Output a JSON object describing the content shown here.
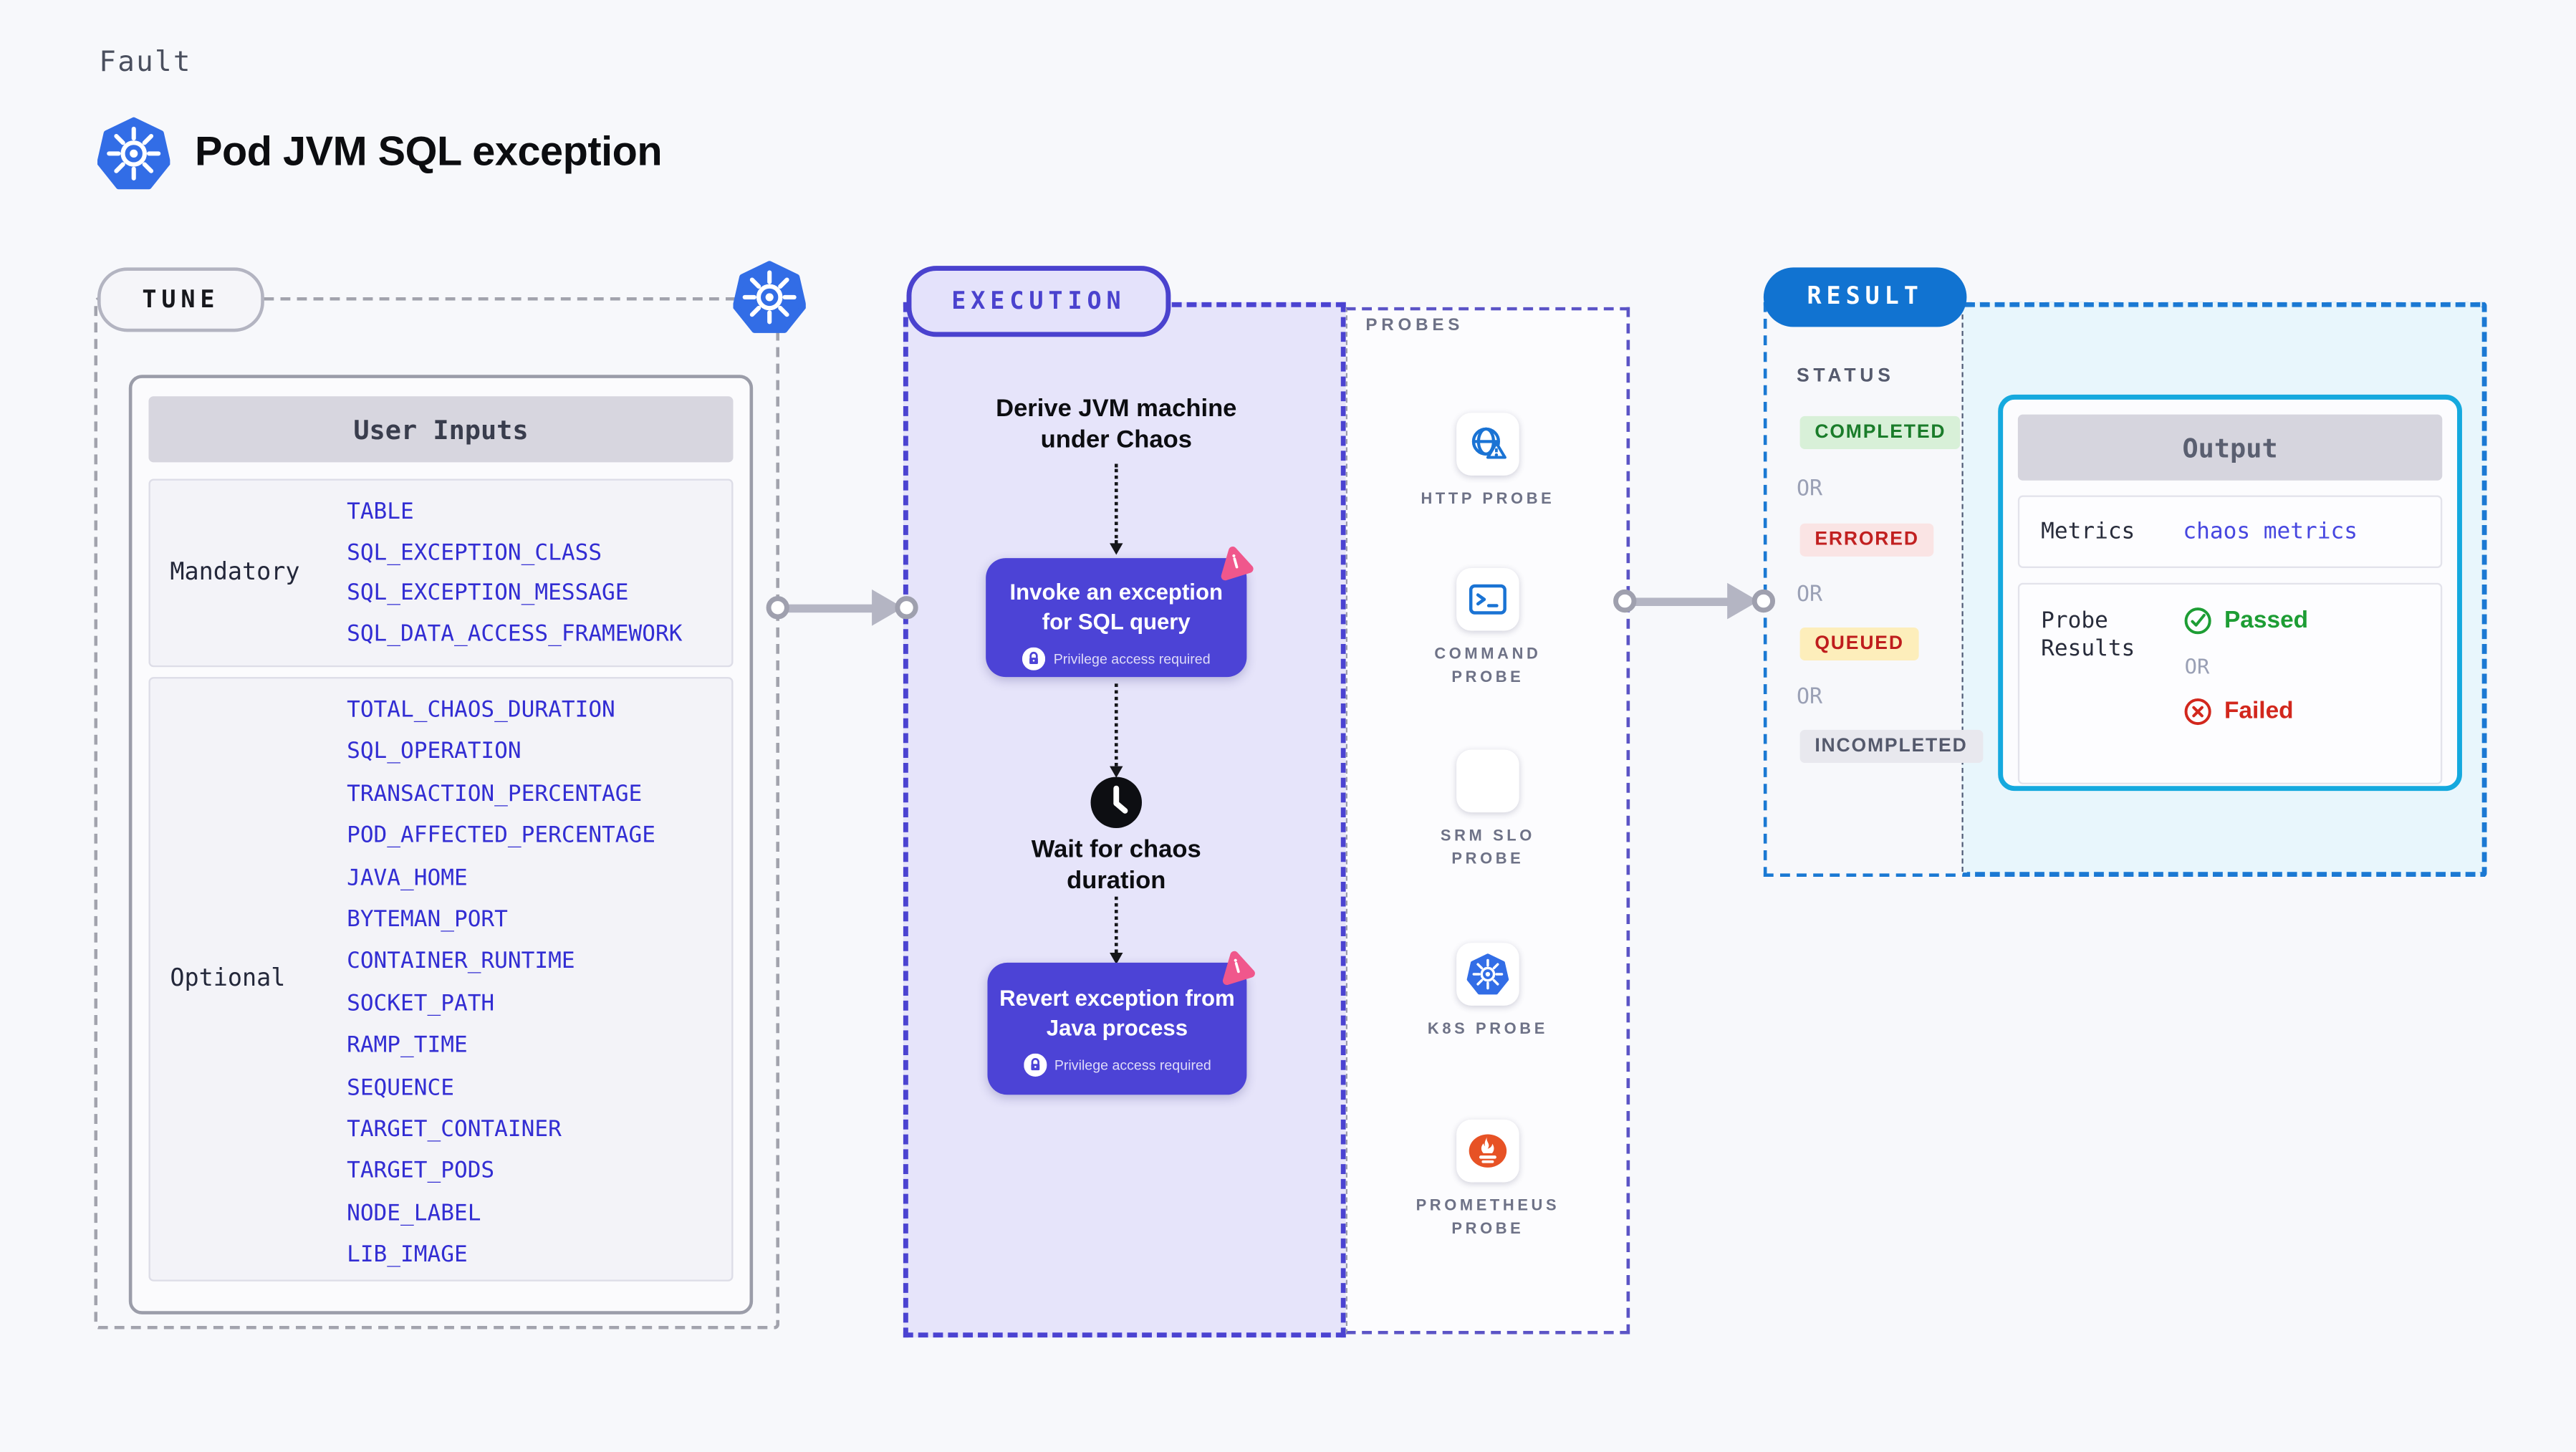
{
  "header": {
    "eyebrow": "Fault",
    "title": "Pod JVM SQL exception"
  },
  "tune": {
    "pill": "TUNE",
    "user_inputs_title": "User Inputs",
    "mandatory_label": "Mandatory",
    "mandatory_items": [
      "TABLE",
      "SQL_EXCEPTION_CLASS",
      "SQL_EXCEPTION_MESSAGE",
      "SQL_DATA_ACCESS_FRAMEWORK"
    ],
    "optional_label": "Optional",
    "optional_items": [
      "TOTAL_CHAOS_DURATION",
      "SQL_OPERATION",
      "TRANSACTION_PERCENTAGE",
      "POD_AFFECTED_PERCENTAGE",
      "JAVA_HOME",
      "BYTEMAN_PORT",
      "CONTAINER_RUNTIME",
      "SOCKET_PATH",
      "RAMP_TIME",
      "SEQUENCE",
      "TARGET_CONTAINER",
      "TARGET_PODS",
      "NODE_LABEL",
      "LIB_IMAGE"
    ]
  },
  "execution": {
    "pill": "EXECUTION",
    "derive_step": "Derive JVM machine under Chaos",
    "invoke_step": "Invoke an exception for SQL query",
    "wait_step": "Wait for chaos duration",
    "revert_step": "Revert exception from Java process",
    "privilege_note": "Privilege access required"
  },
  "probes": {
    "title": "PROBES",
    "items": [
      {
        "name": "http-probe",
        "label": "HTTP PROBE"
      },
      {
        "name": "command-probe",
        "label": "COMMAND PROBE"
      },
      {
        "name": "srm-slo-probe",
        "label": "SRM SLO PROBE"
      },
      {
        "name": "k8s-probe",
        "label": "K8S PROBE"
      },
      {
        "name": "prometheus-probe",
        "label": "PROMETHEUS PROBE"
      }
    ]
  },
  "result": {
    "pill": "RESULT",
    "status_label": "STATUS",
    "or_label": "OR",
    "statuses": [
      {
        "label": "COMPLETED",
        "kind": "completed"
      },
      {
        "label": "ERRORED",
        "kind": "errored"
      },
      {
        "label": "QUEUED",
        "kind": "queued"
      },
      {
        "label": "INCOMPLETED",
        "kind": "incompleted"
      }
    ],
    "output": {
      "title": "Output",
      "metrics_label": "Metrics",
      "metrics_value": "chaos metrics",
      "probe_results_label": "Probe Results",
      "passed_label": "Passed",
      "failed_label": "Failed"
    }
  },
  "colors": {
    "indigo": "#4c43d6",
    "result_blue": "#1173d1",
    "output_cyan": "#15a9de",
    "param_blue": "#322dd3",
    "passed_green": "#1d9d34",
    "failed_red": "#d2271d",
    "pink_badge": "#f0578c",
    "k8s_blue": "#326de6",
    "lavender_fill": "#e6e4fa"
  }
}
